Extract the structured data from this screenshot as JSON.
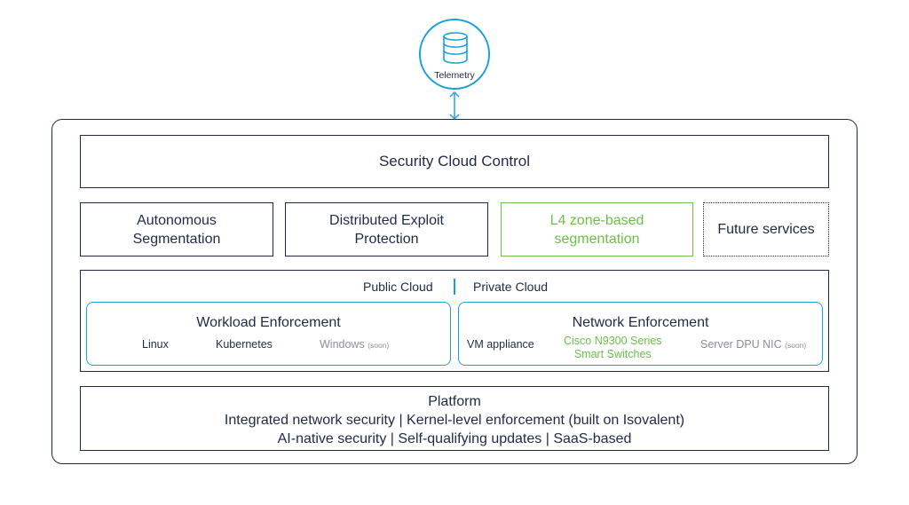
{
  "telemetry": {
    "label": "Telemetry",
    "icon": "database-icon",
    "accent": "#1ba0d7"
  },
  "control": {
    "title": "Security Cloud Control"
  },
  "services": [
    {
      "label_line1": "Autonomous",
      "label_line2": "Segmentation"
    },
    {
      "label_line1": "Distributed Exploit",
      "label_line2": "Protection"
    },
    {
      "label_line1": "L4 zone-based",
      "label_line2": "segmentation",
      "color": "#6cc04a"
    },
    {
      "label_line1": "Future services",
      "label_line2": ""
    }
  ],
  "enforcement": {
    "public_cloud": "Public Cloud",
    "private_cloud": "Private Cloud",
    "workload": {
      "title": "Workload Enforcement",
      "items": [
        "Linux",
        "Kubernetes"
      ],
      "soon_item": "Windows",
      "soon_tag": "(soon)"
    },
    "network": {
      "title": "Network Enforcement",
      "item1": "VM appliance",
      "item2_line1": "Cisco N9300 Series",
      "item2_line2": "Smart Switches",
      "soon_item": "Server DPU NIC",
      "soon_tag": "(soon)"
    }
  },
  "platform": {
    "title": "Platform",
    "line1": "Integrated network security | Kernel-level enforcement (built on Isovalent)",
    "line2": "AI-native security | Self-qualifying updates | SaaS-based"
  },
  "colors": {
    "navy": "#1e2b45",
    "accent_blue": "#1ba0d7",
    "green": "#6cc04a",
    "muted": "#8a8f99"
  }
}
